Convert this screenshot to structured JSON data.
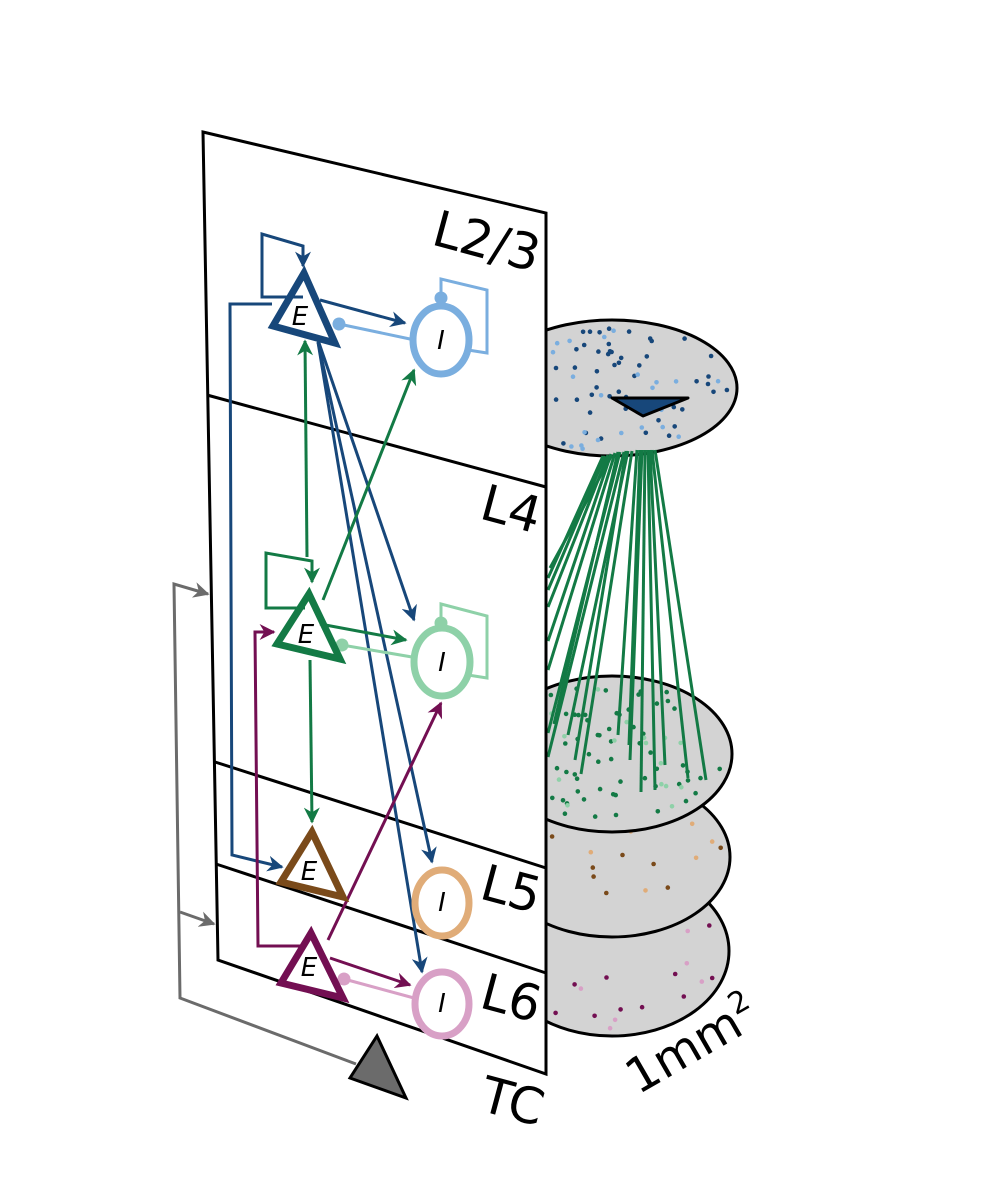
{
  "layers": [
    {
      "id": "l23",
      "label": "L2/3"
    },
    {
      "id": "l4",
      "label": "L4"
    },
    {
      "id": "l5",
      "label": "L5"
    },
    {
      "id": "l6",
      "label": "L6"
    },
    {
      "id": "tc",
      "label": "TC"
    }
  ],
  "populations": {
    "e_label": "E",
    "i_label": "I"
  },
  "scale_label": "1mm",
  "scale_exponent": "2",
  "colors": {
    "l23_e": "#17477a",
    "l23_i": "#7aaedf",
    "l4_e": "#137a45",
    "l4_i": "#8ed1a8",
    "l5_e": "#7a4a1a",
    "l5_i": "#e0ac78",
    "l6_e": "#730f52",
    "l6_i": "#d8a0c6",
    "tc": "#6b6b6b",
    "disk": "#d3d3d3"
  }
}
